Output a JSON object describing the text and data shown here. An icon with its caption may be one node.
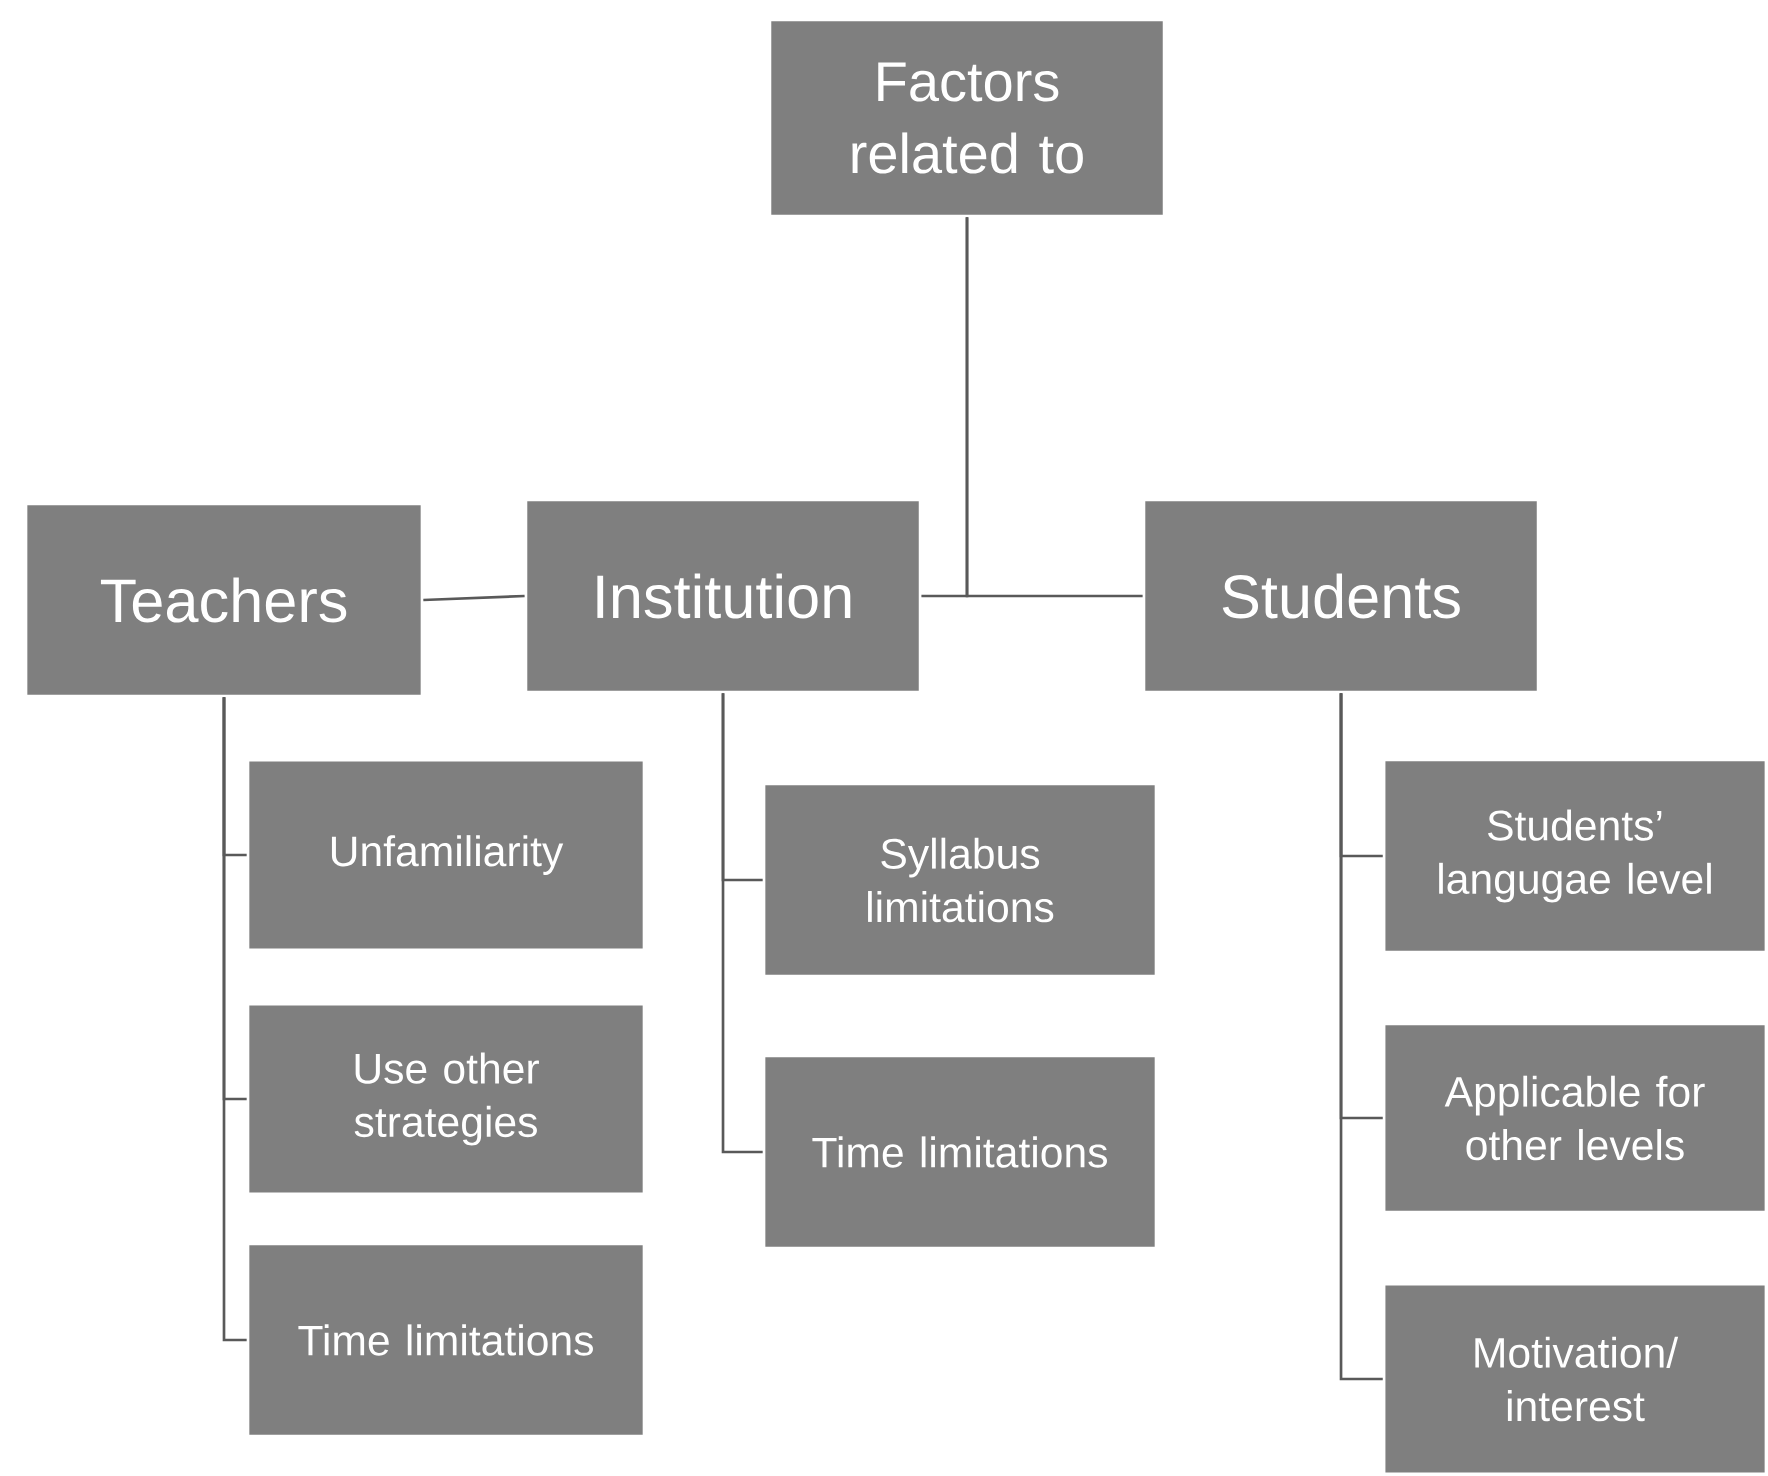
{
  "diagram": {
    "nodes": [
      {
        "text": [
          "Factors related to"
        ]
      },
      {
        "text": [
          "Teachers"
        ]
      },
      {
        "text": [
          "Institution"
        ]
      },
      {
        "text": [
          "Students"
        ]
      },
      {
        "text": [
          "Unfamiliarity"
        ]
      },
      {
        "text": [
          "Use other strategies"
        ]
      },
      {
        "text": [
          "Time limitations"
        ]
      },
      {
        "text": [
          "Syllabus limitations"
        ]
      },
      {
        "text": [
          "Time limitations"
        ]
      },
      {
        "text": [
          "Students’ langugae level"
        ]
      },
      {
        "text": [
          "Applicable for other levels"
        ]
      },
      {
        "text": [
          "Motivation/ interest"
        ]
      }
    ],
    "edges": [
      {
        "from": 0,
        "to": 2,
        "arrow": "none"
      },
      {
        "from": 0,
        "to": 3,
        "arrow": "none"
      },
      {
        "from": 1,
        "to": 2,
        "arrow": "none"
      },
      {
        "from": 1,
        "to": 4,
        "arrow": "none"
      },
      {
        "from": 1,
        "to": 5,
        "arrow": "none"
      },
      {
        "from": 1,
        "to": 6,
        "arrow": "none"
      },
      {
        "from": 2,
        "to": 7,
        "arrow": "none"
      },
      {
        "from": 2,
        "to": 8,
        "arrow": "none"
      },
      {
        "from": 3,
        "to": 9,
        "arrow": "none"
      },
      {
        "from": 3,
        "to": 10,
        "arrow": "none"
      },
      {
        "from": 3,
        "to": 11,
        "arrow": "none"
      }
    ]
  }
}
